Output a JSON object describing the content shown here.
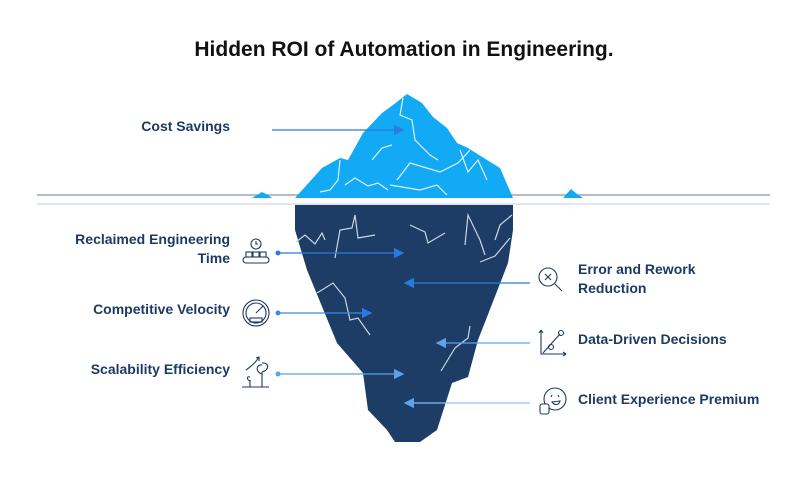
{
  "title": "Hidden ROI of Automation in Engineering.",
  "above_water": [
    {
      "label": "Cost Savings"
    }
  ],
  "left_items": [
    {
      "label_line1": "Reclaimed Engineering",
      "label_line2": "Time",
      "icon": "clock-conveyor-icon"
    },
    {
      "label": "Competitive Velocity",
      "icon": "speedometer-icon"
    },
    {
      "label": "Scalability Efficiency",
      "icon": "growth-plant-icon"
    }
  ],
  "right_items": [
    {
      "label_line1": "Error and Rework",
      "label_line2": "Reduction",
      "icon": "magnifier-x-icon"
    },
    {
      "label": "Data-Driven Decisions",
      "icon": "line-chart-icon"
    },
    {
      "label": "Client Experience Premium",
      "icon": "smiley-thumbs-up-icon"
    }
  ],
  "colors": {
    "tip": "#12a9f5",
    "body": "#1d3d66",
    "arrow": "#2a7be0",
    "text": "#1d3a63"
  }
}
